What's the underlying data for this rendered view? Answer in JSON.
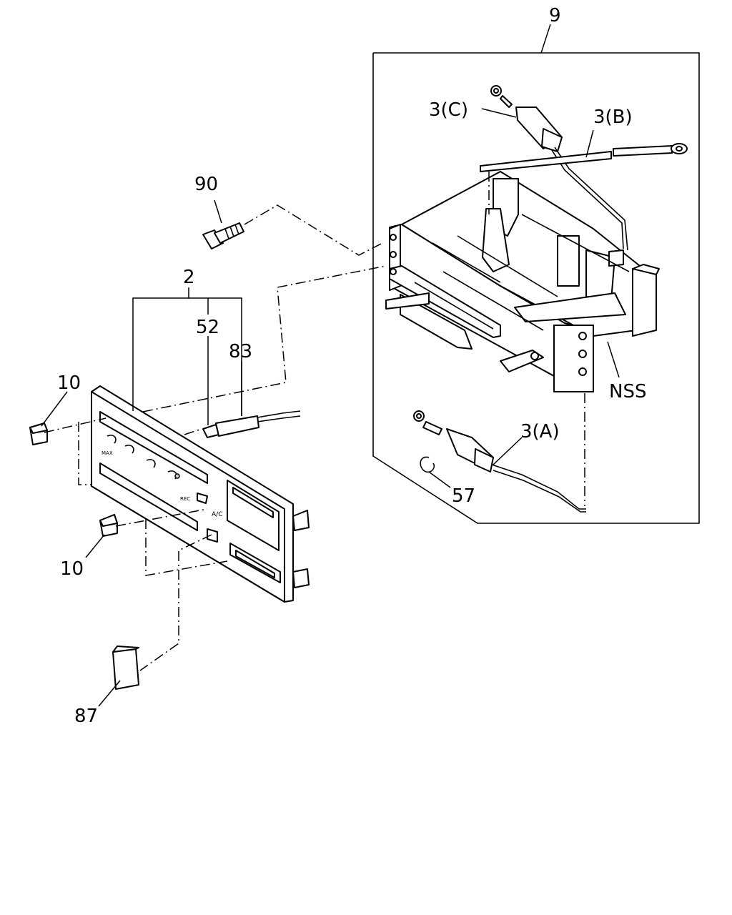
{
  "callouts": {
    "assembly_9": "9",
    "cable_3c": "3(C)",
    "cable_3b": "3(B)",
    "cable_3a": "3(A)",
    "screw_90": "90",
    "panel_2": "2",
    "bulb_52": "52",
    "socket_83": "83",
    "knob_10_upper": "10",
    "knob_10_lower": "10",
    "cap_87": "87",
    "clip_57": "57",
    "nss": "NSS"
  },
  "panel_markings": {
    "ac": "A/C",
    "rec": "REC",
    "max": "MAX"
  }
}
